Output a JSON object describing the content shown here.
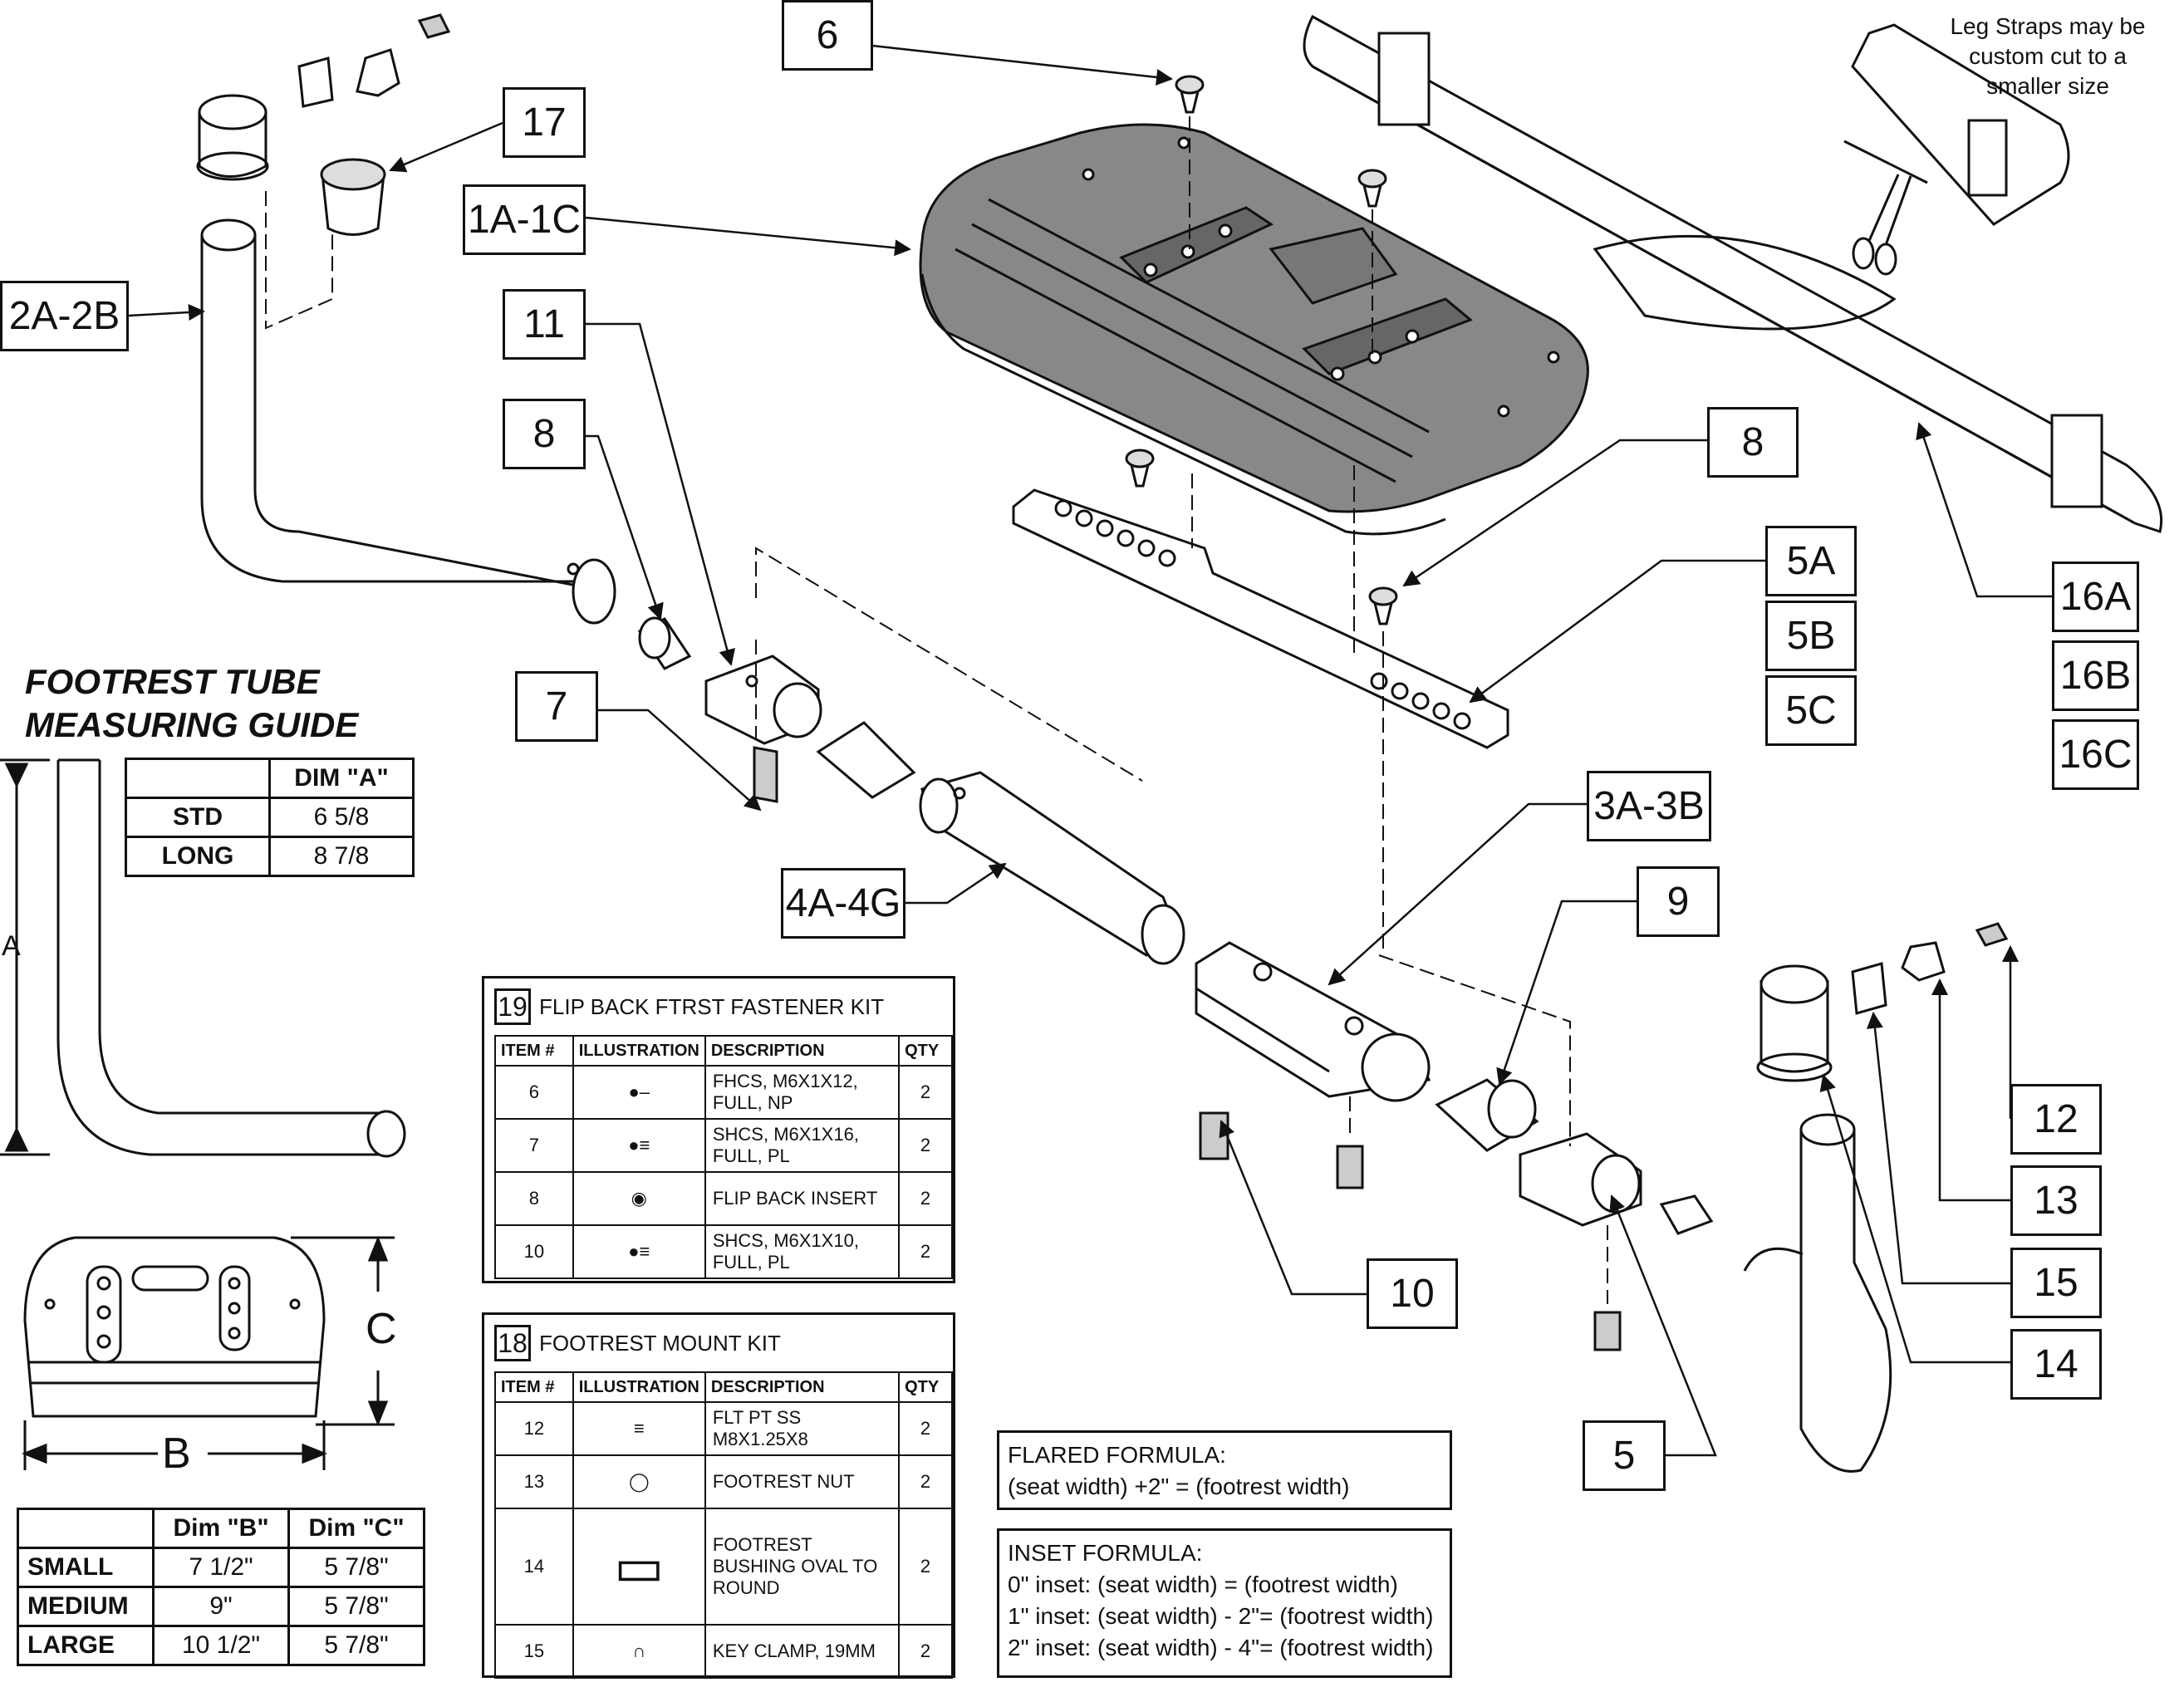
{
  "callouts": {
    "c6": "6",
    "c17": "17",
    "c1a": "1A-1C",
    "c2a": "2A-2B",
    "c11": "11",
    "c8a": "8",
    "c8b": "8",
    "c5a": "5A",
    "c5b": "5B",
    "c5c": "5C",
    "c7": "7",
    "c4a": "4A-4G",
    "c3a": "3A-3B",
    "c9": "9",
    "c10": "10",
    "c5": "5",
    "c12": "12",
    "c13": "13",
    "c15": "15",
    "c14": "14",
    "c16a": "16A",
    "c16b": "16B",
    "c16c": "16C"
  },
  "strap_note": "Leg Straps may be custom cut to a smaller size",
  "guide": {
    "title": "FOOTREST TUBE MEASURING GUIDE",
    "dim_label_a": "A",
    "table_header": "DIM \"A\"",
    "rows": [
      {
        "size": "STD",
        "value": "6 5/8"
      },
      {
        "size": "LONG",
        "value": "8 7/8"
      }
    ]
  },
  "plate": {
    "label_b": "B",
    "label_c": "C",
    "header_b": "Dim \"B\"",
    "header_c": "Dim \"C\"",
    "rows": [
      {
        "size": "SMALL",
        "b": "7 1/2\"",
        "c": "5 7/8\""
      },
      {
        "size": "MEDIUM",
        "b": "9\"",
        "c": "5 7/8\""
      },
      {
        "size": "LARGE",
        "b": "10 1/2\"",
        "c": "5 7/8\""
      }
    ]
  },
  "kit19": {
    "number": "19",
    "title": "FLIP BACK FTRST FASTENER KIT",
    "headers": [
      "ITEM #",
      "ILLUSTRATION",
      "DESCRIPTION",
      "QTY"
    ],
    "rows": [
      {
        "item": "6",
        "desc": "FHCS, M6X1X12, FULL, NP",
        "qty": "2"
      },
      {
        "item": "7",
        "desc": "SHCS, M6X1X16, FULL, PL",
        "qty": "2"
      },
      {
        "item": "8",
        "desc": "FLIP BACK INSERT",
        "qty": "2"
      },
      {
        "item": "10",
        "desc": "SHCS, M6X1X10, FULL, PL",
        "qty": "2"
      }
    ]
  },
  "kit18": {
    "number": "18",
    "title": "FOOTREST MOUNT KIT",
    "headers": [
      "ITEM #",
      "ILLUSTRATION",
      "DESCRIPTION",
      "QTY"
    ],
    "rows": [
      {
        "item": "12",
        "desc": "FLT PT SS M8X1.25X8",
        "qty": "2"
      },
      {
        "item": "13",
        "desc": "FOOTREST NUT",
        "qty": "2"
      },
      {
        "item": "14",
        "desc": "FOOTREST BUSHING OVAL TO ROUND",
        "qty": "2"
      },
      {
        "item": "15",
        "desc": "KEY CLAMP, 19MM",
        "qty": "2"
      }
    ]
  },
  "flared": {
    "title": "FLARED FORMULA:",
    "line1": "(seat width) +2\"  = (footrest width)"
  },
  "inset": {
    "title": "INSET FORMULA:",
    "line1": "0\" inset: (seat width)      = (footrest width)",
    "line2": "1\" inset: (seat width) - 2\"= (footrest width)",
    "line3": "2\" inset: (seat width) - 4\"= (footrest width)"
  }
}
